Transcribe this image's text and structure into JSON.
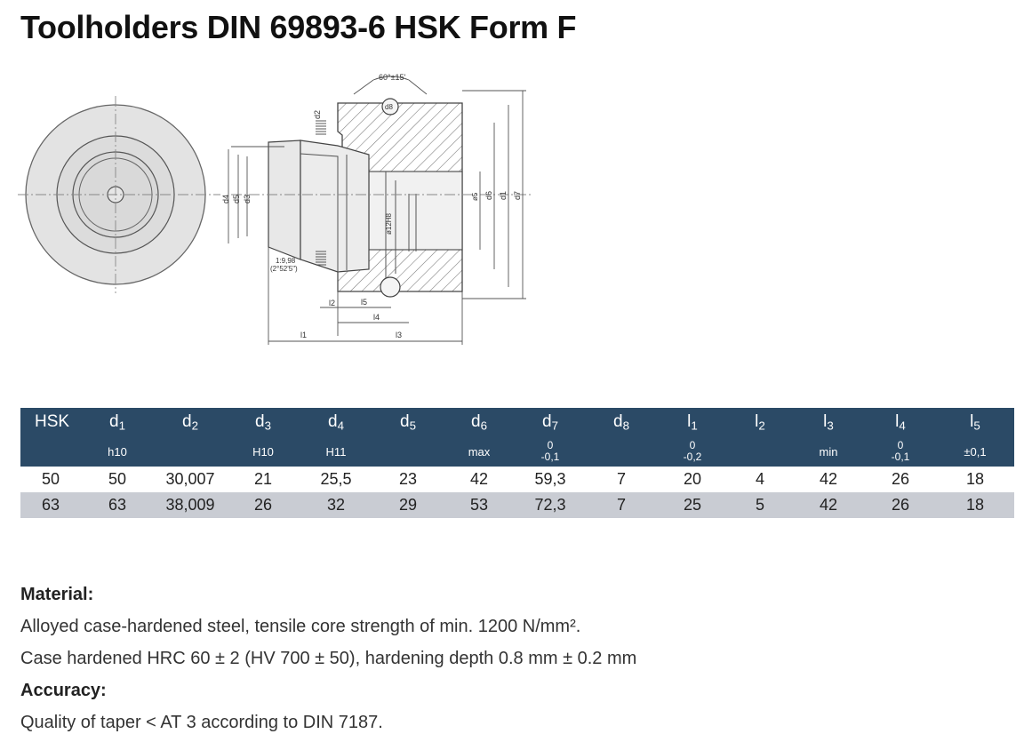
{
  "title": "Toolholders DIN 69893-6 HSK Form F",
  "drawing": {
    "labels": {
      "angle": "60°±15'",
      "d8": "d8",
      "d2": "d2",
      "d4": "d4",
      "d5": "d5",
      "d3": "d3",
      "bore": "ø12H8",
      "d6": "d6",
      "d1": "d1",
      "d7": "d7",
      "taper1": "1:9,98",
      "taper2": "(2°52'5\")",
      "l2": "l2",
      "l5": "l5",
      "l4": "l4",
      "l1": "l1",
      "l3": "l3",
      "phi5": "ø5"
    }
  },
  "table": {
    "columns": [
      {
        "name": "HSK",
        "sub": "",
        "spec": ""
      },
      {
        "name": "d",
        "sub": "1",
        "spec": "h10"
      },
      {
        "name": "d",
        "sub": "2",
        "spec": ""
      },
      {
        "name": "d",
        "sub": "3",
        "spec": "H10"
      },
      {
        "name": "d",
        "sub": "4",
        "spec": "H11"
      },
      {
        "name": "d",
        "sub": "5",
        "spec": ""
      },
      {
        "name": "d",
        "sub": "6",
        "spec": "max"
      },
      {
        "name": "d",
        "sub": "7",
        "spec_top": "0",
        "spec_bottom": "-0,1"
      },
      {
        "name": "d",
        "sub": "8",
        "spec": ""
      },
      {
        "name": "l",
        "sub": "1",
        "spec_top": "0",
        "spec_bottom": "-0,2"
      },
      {
        "name": "l",
        "sub": "2",
        "spec": ""
      },
      {
        "name": "l",
        "sub": "3",
        "spec": "min"
      },
      {
        "name": "l",
        "sub": "4",
        "spec_top": "0",
        "spec_bottom": "-0,1"
      },
      {
        "name": "l",
        "sub": "5",
        "spec": "±0,1"
      }
    ],
    "rows": [
      [
        "50",
        "50",
        "30,007",
        "21",
        "25,5",
        "23",
        "42",
        "59,3",
        "7",
        "20",
        "4",
        "42",
        "26",
        "18"
      ],
      [
        "63",
        "63",
        "38,009",
        "26",
        "32",
        "29",
        "53",
        "72,3",
        "7",
        "25",
        "5",
        "42",
        "26",
        "18"
      ]
    ]
  },
  "material": {
    "heading": "Material:",
    "line1": "Alloyed case-hardened steel, tensile core strength of min. 1200 N/mm².",
    "line2": "Case hardened HRC 60 ± 2 (HV 700 ± 50), hardening depth 0.8 mm ± 0.2 mm"
  },
  "accuracy": {
    "heading": "Accuracy:",
    "line1": "Quality of taper < AT 3 according to DIN 7187."
  }
}
